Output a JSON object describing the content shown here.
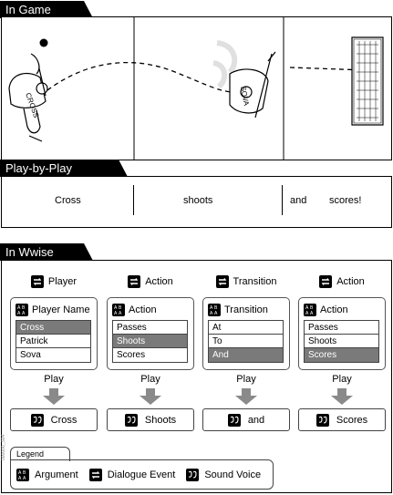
{
  "sections": {
    "in_game": "In Game",
    "play_by_play": "Play-by-Play",
    "in_wwise": "In Wwise"
  },
  "player_labels": {
    "jersey_1": "CROSS",
    "jersey_2": "SOVA"
  },
  "play_by_play": {
    "words": [
      "Cross",
      "shoots",
      "and",
      "scores!"
    ]
  },
  "wwise": {
    "columns": [
      {
        "header": "Player",
        "header_icon": "dialogue-event-icon",
        "card_title": "Player Name",
        "card_icon": "argument-icon",
        "items": [
          "Cross",
          "Patrick",
          "Sova"
        ],
        "selected": "Cross",
        "play": "Play",
        "result": "Cross",
        "result_icon": "sound-voice-icon"
      },
      {
        "header": "Action",
        "header_icon": "dialogue-event-icon",
        "card_title": "Action",
        "card_icon": "argument-icon",
        "items": [
          "Passes",
          "Shoots",
          "Scores"
        ],
        "selected": "Shoots",
        "play": "Play",
        "result": "Shoots",
        "result_icon": "sound-voice-icon"
      },
      {
        "header": "Transition",
        "header_icon": "dialogue-event-icon",
        "card_title": "Transition",
        "card_icon": "argument-icon",
        "items": [
          "At",
          "To",
          "And"
        ],
        "selected": "And",
        "play": "Play",
        "result": "and",
        "result_icon": "sound-voice-icon"
      },
      {
        "header": "Action",
        "header_icon": "dialogue-event-icon",
        "card_title": "Action",
        "card_icon": "argument-icon",
        "items": [
          "Passes",
          "Shoots",
          "Scores"
        ],
        "selected": "Scores",
        "play": "Play",
        "result": "Scores",
        "result_icon": "sound-voice-icon"
      }
    ]
  },
  "legend": {
    "title": "Legend",
    "items": [
      {
        "label": "Argument",
        "icon": "argument-icon"
      },
      {
        "label": "Dialogue Event",
        "icon": "dialogue-event-icon"
      },
      {
        "label": "Sound Voice",
        "icon": "sound-voice-icon"
      }
    ]
  },
  "figure_id": "000000_S04"
}
